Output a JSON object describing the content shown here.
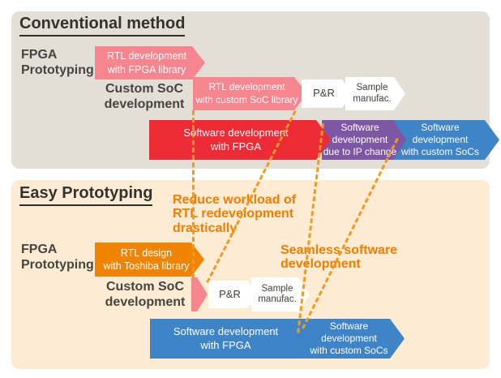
{
  "colors": {
    "panel_conventional_bg": "#e4dfd6",
    "panel_easy_bg": "#fdecd3",
    "pink": "#f5858f",
    "red": "#ed2b37",
    "purple": "#7d57a3",
    "blue": "#3e84c7",
    "orange": "#f08300",
    "orange_annotation_text": "#f07d00",
    "dashed_line": "#f09a22",
    "white_step_bg": "#ffffff",
    "heading_text": "#33332d",
    "label_text": "#45453f"
  },
  "conventional": {
    "title": "Conventional method",
    "row_labels": {
      "fpga": "FPGA\nPrototyping",
      "custom_soc": "Custom SoC\ndevelopment"
    },
    "steps": {
      "rtl_fpga": "RTL development\nwith FPGA library",
      "rtl_custom_soc": "RTL development\nwith custom SoC library",
      "pnr": "P&R",
      "sample": "Sample\nmanufac.",
      "sw_fpga": "Software development\nwith FPGA",
      "sw_ip_change": "Software\ndevelopment\ndue to IP change",
      "sw_custom_soc": "Software\ndevelopment\nwith custom SoCs"
    }
  },
  "easy": {
    "title": "Easy Prototyping",
    "row_labels": {
      "fpga": "FPGA\nPrototyping",
      "custom_soc": "Custom SoC\ndevelopment"
    },
    "steps": {
      "rtl_toshiba": "RTL design\nwith Toshiba library",
      "pnr": "P&R",
      "sample": "Sample\nmanufac.",
      "sw_fpga": "Software development\nwith FPGA",
      "sw_custom_soc": "Software\ndevelopment\nwith custom SoCs"
    },
    "annotations": {
      "reduce": "Reduce workload of\nRTL redevelopment\ndrastically",
      "seamless": "Seamless software\ndevelopment"
    }
  }
}
